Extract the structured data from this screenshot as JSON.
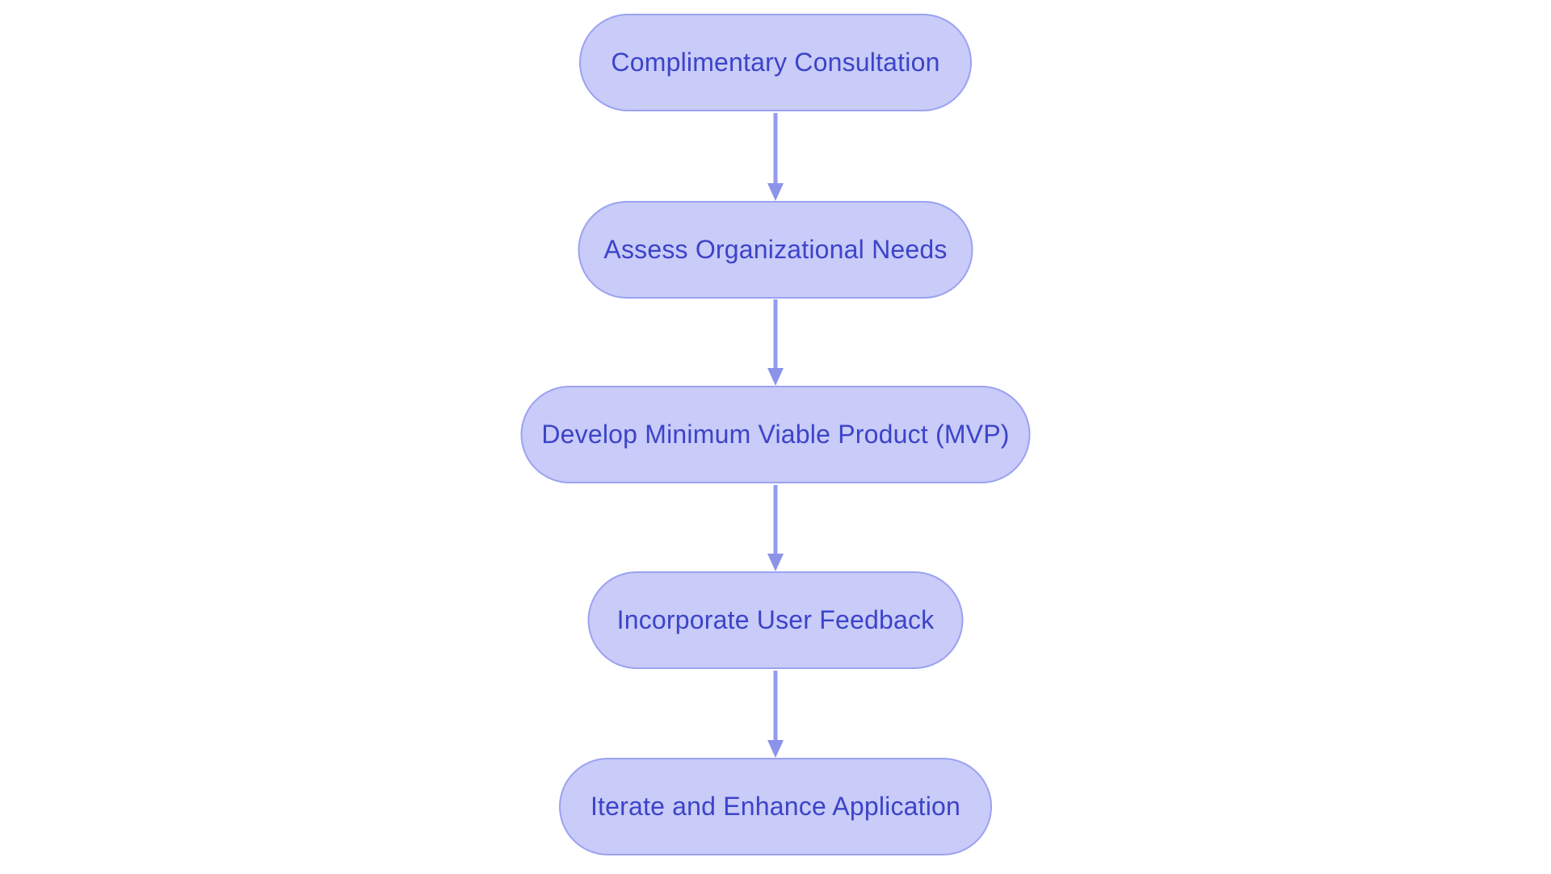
{
  "diagram": {
    "type": "flowchart",
    "direction": "top-down",
    "background_color": "#ffffff",
    "node_style": {
      "fill_color": "#c9cbf8",
      "border_color": "#9ba2f0",
      "text_color": "#3b44c8",
      "shape": "pill"
    },
    "arrow_color": "#8b93e9",
    "nodes": [
      {
        "id": "step-1",
        "label": "Complimentary Consultation"
      },
      {
        "id": "step-2",
        "label": "Assess Organizational Needs"
      },
      {
        "id": "step-3",
        "label": "Develop Minimum Viable Product (MVP)"
      },
      {
        "id": "step-4",
        "label": "Incorporate User Feedback"
      },
      {
        "id": "step-5",
        "label": "Iterate and Enhance Application"
      }
    ],
    "edges": [
      {
        "from": "step-1",
        "to": "step-2"
      },
      {
        "from": "step-2",
        "to": "step-3"
      },
      {
        "from": "step-3",
        "to": "step-4"
      },
      {
        "from": "step-4",
        "to": "step-5"
      }
    ]
  }
}
